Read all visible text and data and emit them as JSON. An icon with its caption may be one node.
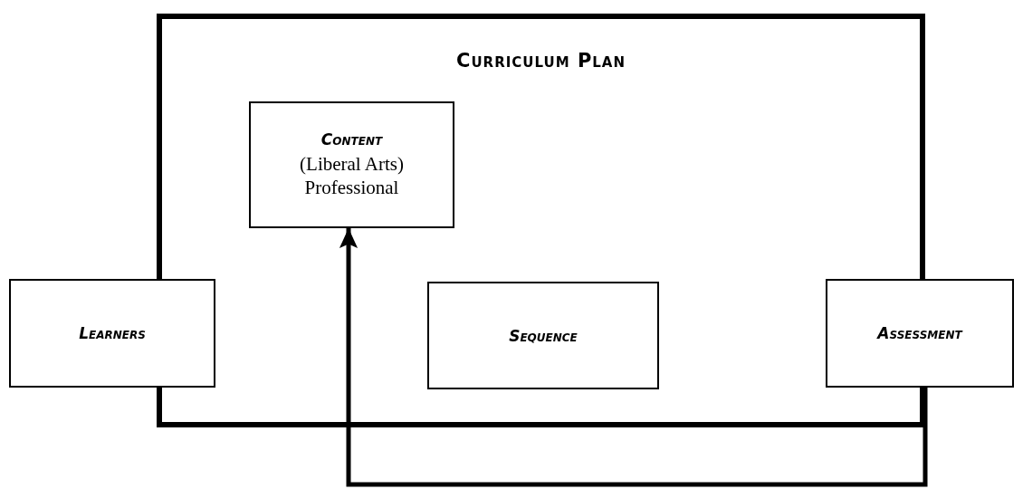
{
  "diagram": {
    "nodes": [
      {
        "text": [
          "Curriculum Plan"
        ]
      },
      {
        "text": [
          "Content",
          "(Liberal Arts) Professional"
        ],
        "in": 0
      },
      {
        "text": [
          "Learners"
        ]
      },
      {
        "text": [
          "Sequence"
        ],
        "in": 0
      },
      {
        "text": [
          "Assessment"
        ]
      }
    ],
    "edges": [
      {
        "from": 4,
        "to": 1,
        "arrow": "to"
      }
    ]
  }
}
